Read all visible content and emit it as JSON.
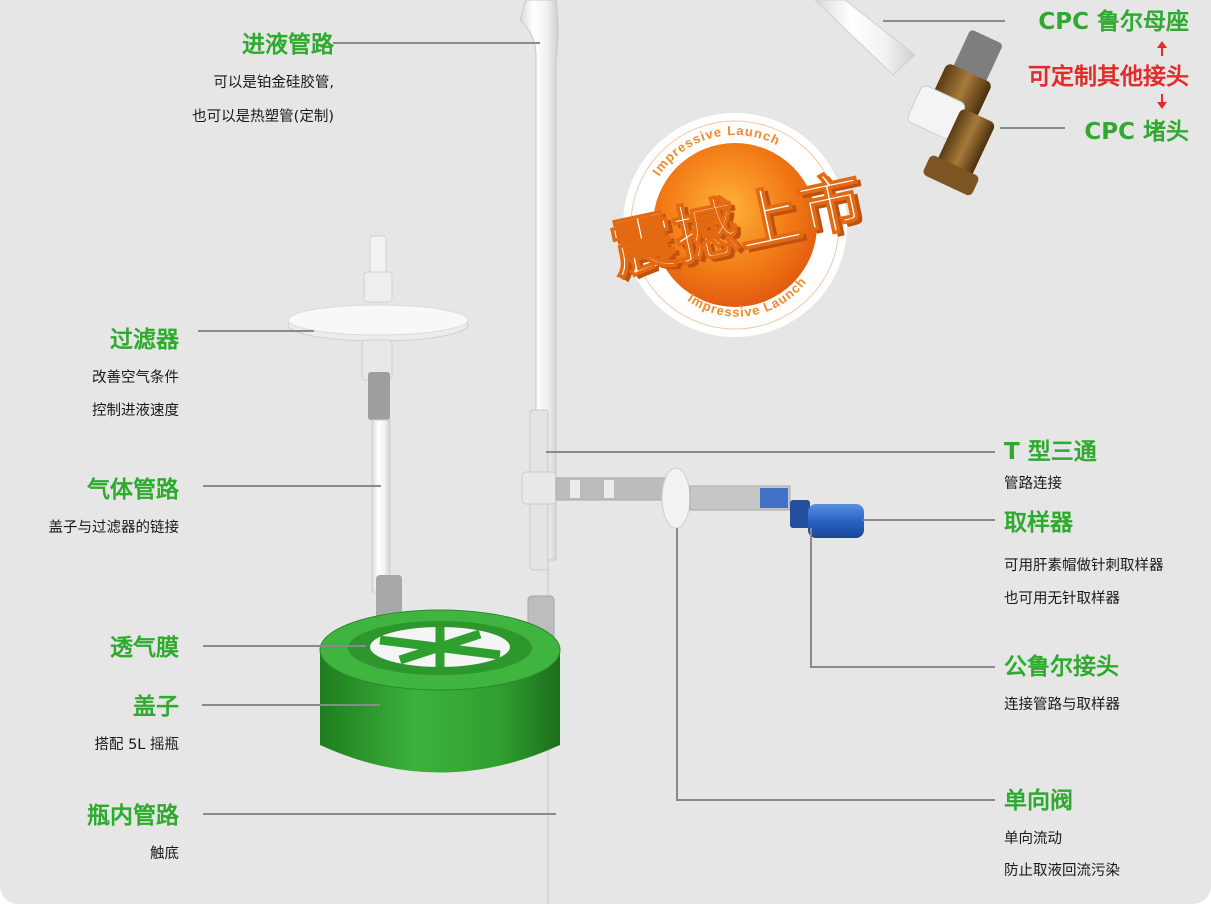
{
  "colors": {
    "label_green": "#2eaa2e",
    "label_red": "#e32b2b",
    "cap_green": "#2f9f2f",
    "sampler_blue": "#2a63c4",
    "badge_orange": "#f27a16",
    "background": "#e6e6e6"
  },
  "labels": {
    "inlet": {
      "title": "进液管路",
      "lines": [
        "可以是铂金硅胶管,",
        "也可以是热塑管(定制)"
      ]
    },
    "filter": {
      "title": "过滤器",
      "lines": [
        "改善空气条件",
        "控制进液速度"
      ]
    },
    "gas_line": {
      "title": "气体管路",
      "lines": [
        "盖子与过滤器的链接"
      ]
    },
    "membrane": {
      "title": "透气膜"
    },
    "cap": {
      "title": "盖子",
      "lines": [
        "搭配 5L 摇瓶"
      ]
    },
    "inner_line": {
      "title": "瓶内管路",
      "lines": [
        "触底"
      ]
    },
    "cpc_female": {
      "title": "CPC 鲁尔母座"
    },
    "custom": {
      "title": "可定制其他接头"
    },
    "cpc_plug": {
      "title": "CPC 堵头"
    },
    "tee": {
      "title": "T 型三通",
      "lines": [
        "管路连接"
      ]
    },
    "sampler": {
      "title": "取样器",
      "lines": [
        "可用肝素帽做针刺取样器",
        "也可用无针取样器"
      ]
    },
    "male_luer": {
      "title": "公鲁尔接头",
      "lines": [
        "连接管路与取样器"
      ]
    },
    "check_valve": {
      "title": "单向阀",
      "lines": [
        "单向流动",
        "防止取液回流污染"
      ]
    }
  },
  "badge": {
    "main": "震撼上市",
    "ring_text": "Impressive Launch"
  },
  "icons": [
    "arrow-up-icon",
    "arrow-down-icon"
  ]
}
